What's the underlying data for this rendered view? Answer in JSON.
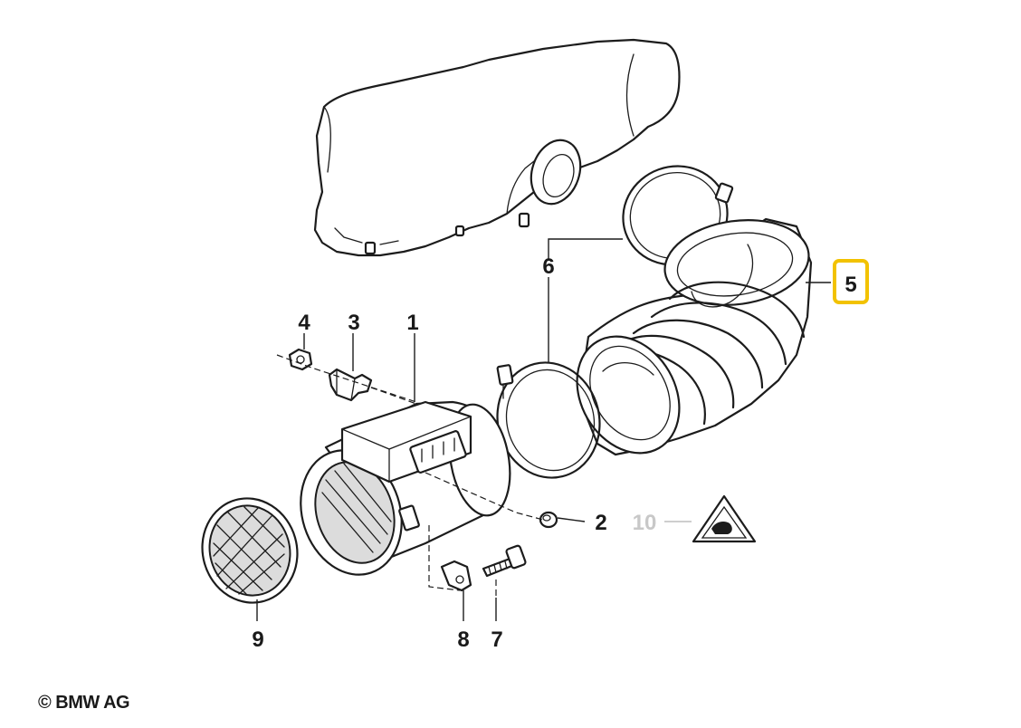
{
  "diagram": {
    "callouts": [
      {
        "id": "1",
        "label": "1",
        "highlighted": false,
        "muted": false
      },
      {
        "id": "2",
        "label": "2",
        "highlighted": false,
        "muted": false
      },
      {
        "id": "3",
        "label": "3",
        "highlighted": false,
        "muted": false
      },
      {
        "id": "4",
        "label": "4",
        "highlighted": false,
        "muted": false
      },
      {
        "id": "5",
        "label": "5",
        "highlighted": true,
        "muted": false
      },
      {
        "id": "6",
        "label": "6",
        "highlighted": false,
        "muted": false
      },
      {
        "id": "7",
        "label": "7",
        "highlighted": false,
        "muted": false
      },
      {
        "id": "8",
        "label": "8",
        "highlighted": false,
        "muted": false
      },
      {
        "id": "9",
        "label": "9",
        "highlighted": false,
        "muted": false
      },
      {
        "id": "10",
        "label": "10",
        "highlighted": false,
        "muted": true
      }
    ],
    "highlight_color": "#f2c200",
    "line_color": "#1c1c1c",
    "muted_color": "#c8c8c8"
  },
  "footer": {
    "copyright": "© BMW AG"
  }
}
